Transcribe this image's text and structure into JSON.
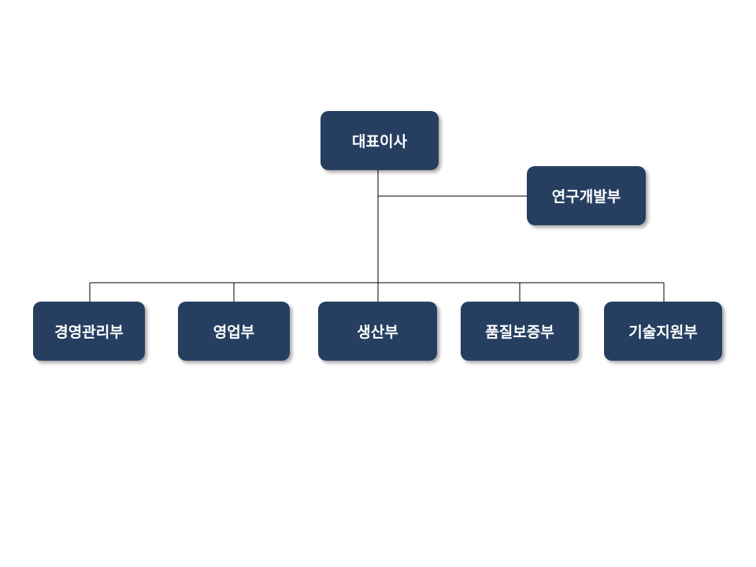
{
  "colors": {
    "node_fill": "#263f61",
    "node_text": "#ffffff",
    "connector": "#000000",
    "background": "#ffffff"
  },
  "org_chart": {
    "root": {
      "label": "대표이사"
    },
    "staff": {
      "label": "연구개발부"
    },
    "departments": [
      {
        "label": "경영관리부"
      },
      {
        "label": "영업부"
      },
      {
        "label": "생산부"
      },
      {
        "label": "품질보증부"
      },
      {
        "label": "기술지원부"
      }
    ]
  }
}
